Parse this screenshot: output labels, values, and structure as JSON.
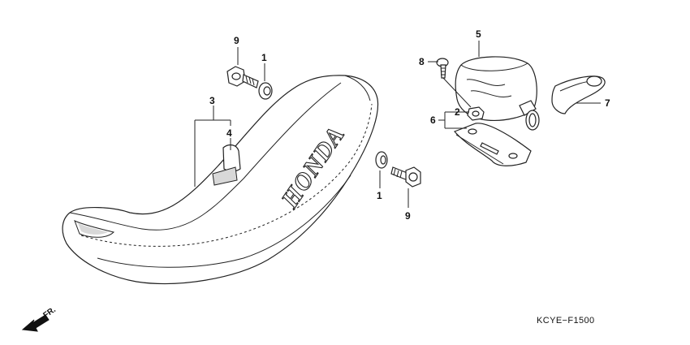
{
  "callouts": {
    "c1a": "1",
    "c1b": "1",
    "c2": "2",
    "c3": "3",
    "c4": "4",
    "c5": "5",
    "c6": "6",
    "c7": "7",
    "c8": "8",
    "c9a": "9",
    "c9b": "9"
  },
  "seat_logo": "HONDA",
  "front_marker": "FR.",
  "diagram_code": "KCYE−F1500"
}
